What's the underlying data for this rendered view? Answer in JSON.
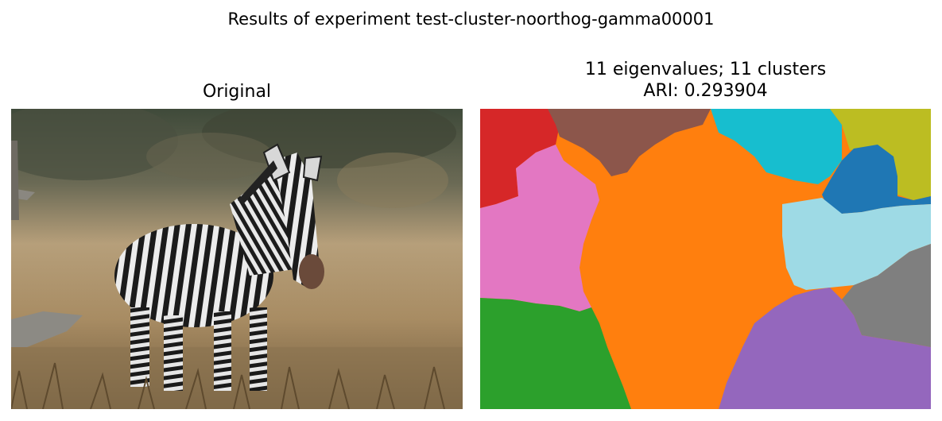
{
  "figure": {
    "suptitle": "Results of experiment test-cluster-noorthog-gamma00001"
  },
  "left_panel": {
    "title": "Original",
    "image_subject": "zebra standing in dry grassland"
  },
  "right_panel": {
    "title_line1": "11 eigenvalues; 11 clusters",
    "title_line2": "ARI: 0.293904",
    "eigenvalues": 11,
    "clusters": 11,
    "ari": 0.293904,
    "segment_colors": {
      "red": "#d62728",
      "brown": "#8c564b",
      "cyan": "#17becf",
      "olive": "#bcbd22",
      "blue": "#1f77b4",
      "pink": "#e377c2",
      "orange": "#ff7f0e",
      "light_cyan": "#9edae5",
      "gray": "#7f7f7f",
      "green": "#2ca02c",
      "purple": "#9467bd"
    }
  }
}
